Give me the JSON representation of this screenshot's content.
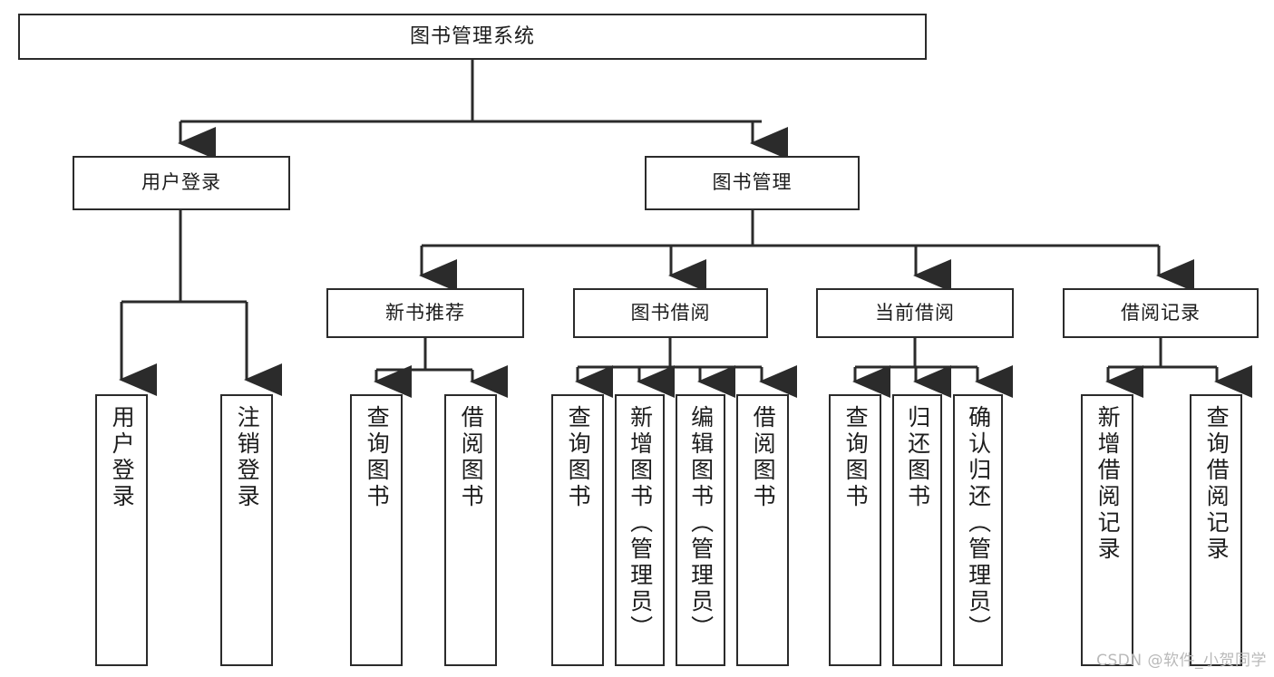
{
  "diagram": {
    "title": "图书管理系统",
    "root": {
      "label": "图书管理系统"
    },
    "level1": [
      {
        "label": "用户登录"
      },
      {
        "label": "图书管理"
      }
    ],
    "level2": [
      {
        "label": "新书推荐"
      },
      {
        "label": "图书借阅"
      },
      {
        "label": "当前借阅"
      },
      {
        "label": "借阅记录"
      }
    ],
    "leaves": {
      "user_login": [
        {
          "label": "用户登录"
        },
        {
          "label": "注销登录"
        }
      ],
      "new_book_recommend": [
        {
          "label": "查询图书"
        },
        {
          "label": "借阅图书"
        }
      ],
      "book_borrow": [
        {
          "label": "查询图书"
        },
        {
          "label": "新增图书（管理员）"
        },
        {
          "label": "编辑图书（管理员）"
        },
        {
          "label": "借阅图书"
        }
      ],
      "current_borrow": [
        {
          "label": "查询图书"
        },
        {
          "label": "归还图书"
        },
        {
          "label": "确认归还（管理员）"
        }
      ],
      "borrow_record": [
        {
          "label": "新增借阅记录"
        },
        {
          "label": "查询借阅记录"
        }
      ]
    }
  },
  "watermark": {
    "text": "CSDN @软件_小贺同学"
  },
  "colors": {
    "background": "#ffffff",
    "border": "#2b2b2b",
    "text": "#1c1c1c",
    "connector": "#2b2b2b",
    "watermark": "#b9b9b9"
  }
}
